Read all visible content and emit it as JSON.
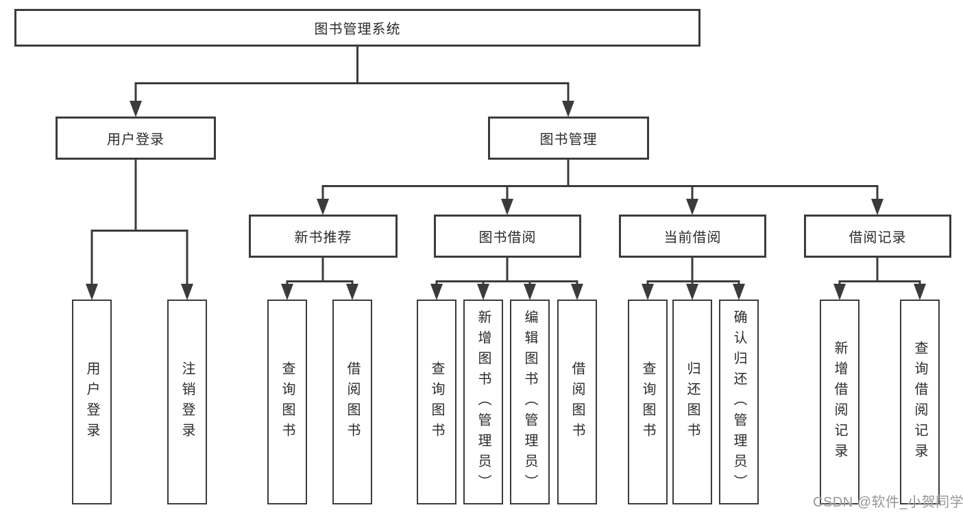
{
  "diagram": {
    "root": {
      "label": "图书管理系统"
    },
    "level2": [
      {
        "label": "用户登录"
      },
      {
        "label": "图书管理"
      }
    ],
    "level3": [
      {
        "label": "新书推荐"
      },
      {
        "label": "图书借阅"
      },
      {
        "label": "当前借阅"
      },
      {
        "label": "借阅记录"
      }
    ],
    "leaves": {
      "user": [
        "用户登录",
        "注销登录"
      ],
      "new_books": [
        "查询图书",
        "借阅图书"
      ],
      "borrow": [
        "查询图书",
        "新增图书（管理员）",
        "编辑图书（管理员）",
        "借阅图书"
      ],
      "current": [
        "查询图书",
        "归还图书",
        "确认归还（管理员）"
      ],
      "records": [
        "新增借阅记录",
        "查询借阅记录"
      ]
    },
    "colors": {
      "line": "#3b3b3b",
      "box_border": "#3b3b3b",
      "text": "#2b2b2b",
      "watermark": "#969696"
    }
  },
  "watermark": {
    "text": "CSDN @软件_小贺同学"
  }
}
